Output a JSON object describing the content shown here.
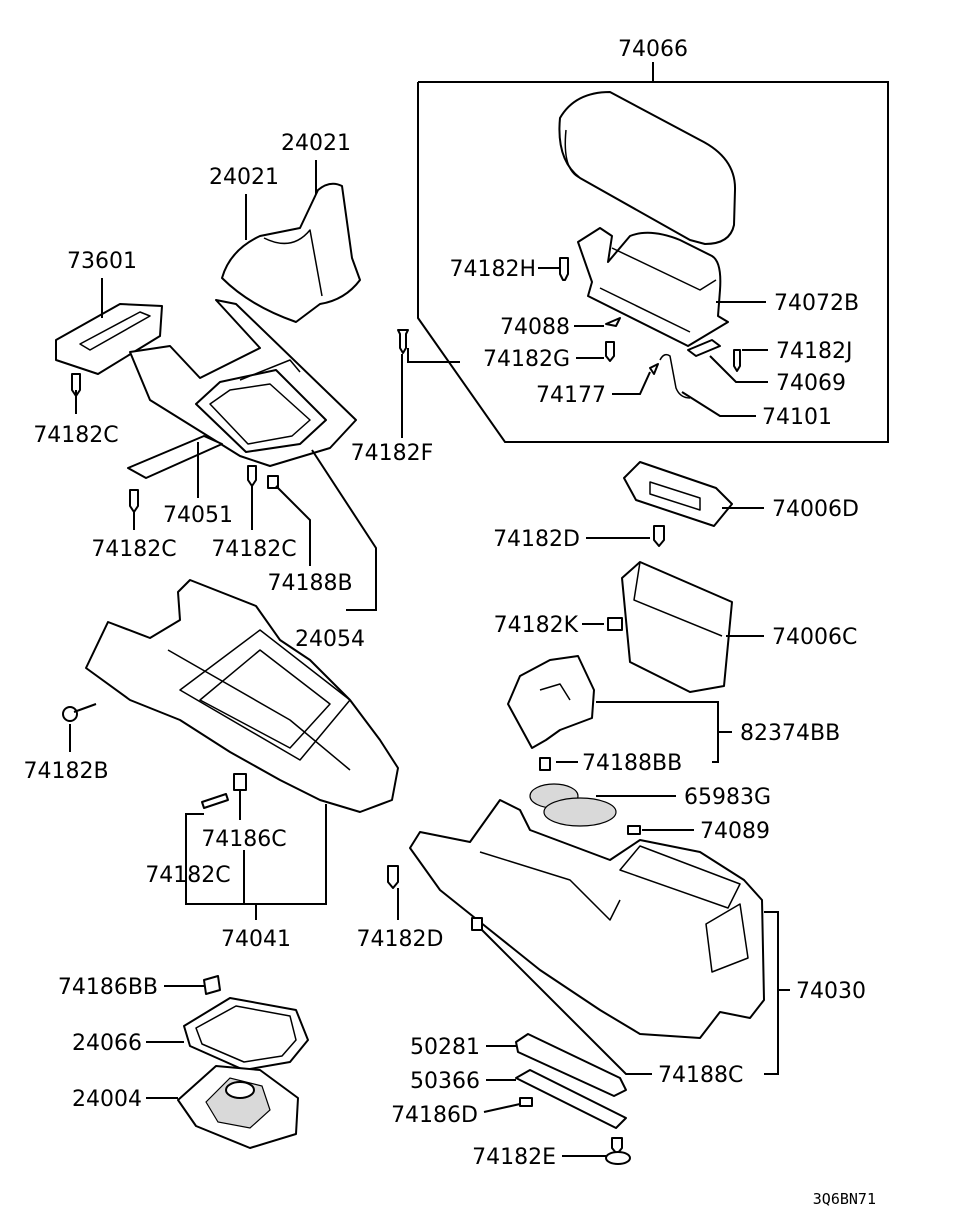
{
  "diagram_code": "3Q6BN71",
  "labels": {
    "p74066": "74066",
    "p24021a": "24021",
    "p24021b": "24021",
    "p73601": "73601",
    "p74182H": "74182H",
    "p74072B": "74072B",
    "p74088": "74088",
    "p74182G": "74182G",
    "p74182J": "74182J",
    "p74177": "74177",
    "p74069": "74069",
    "p74101": "74101",
    "p74182C_a": "74182C",
    "p74182F": "74182F",
    "p74051": "74051",
    "p74182C_b": "74182C",
    "p74182C_c": "74182C",
    "p74188B": "74188B",
    "p24054": "24054",
    "p74006D": "74006D",
    "p74182D_a": "74182D",
    "p74182K": "74182K",
    "p74006C": "74006C",
    "p82374BB": "82374BB",
    "p74188BB": "74188BB",
    "p74182B": "74182B",
    "p65983G": "65983G",
    "p74089": "74089",
    "p74186C": "74186C",
    "p74182C_d": "74182C",
    "p74041": "74041",
    "p74182D_b": "74182D",
    "p74030": "74030",
    "p74186BB": "74186BB",
    "p24066": "24066",
    "p50281": "50281",
    "p74188C": "74188C",
    "p50366": "50366",
    "p24004": "24004",
    "p74186D": "74186D",
    "p74182E": "74182E"
  }
}
